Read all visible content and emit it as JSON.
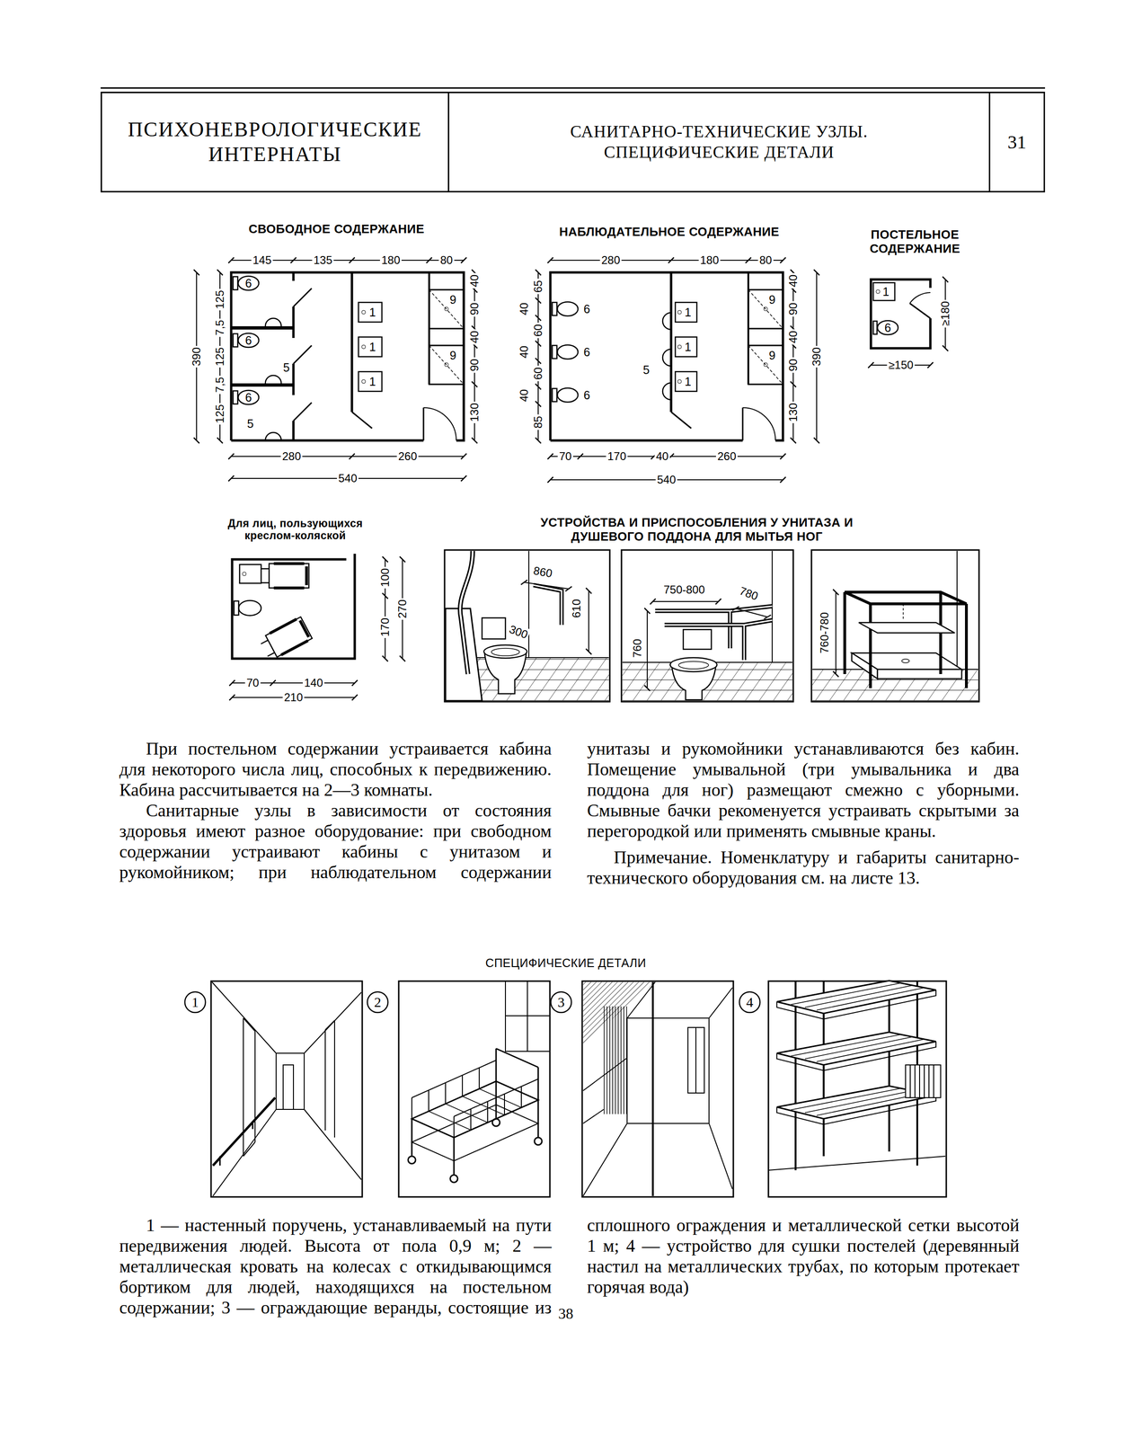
{
  "diagram": {
    "nodes": [
      {
        "text": [
          "ПСИХОНЕВРОЛОГИЧЕСКИЕ ИНТЕРНАТЫ"
        ]
      },
      {
        "text": [
          "САНИТАРНО-ТЕХНИЧЕСКИЕ УЗЛЫ. СПЕЦИФИЧЕСКИЕ ДЕТАЛИ"
        ]
      },
      {
        "text": [
          "31"
        ]
      }
    ],
    "labels": [
      "СВОБОДНОЕ СОДЕРЖАНИЕ",
      "НАБЛЮДАТЕЛЬНОЕ СОДЕРЖАНИЕ",
      "ПОСТЕЛЬНОЕ СОДЕРЖАНИЕ",
      "145",
      "135",
      "180",
      "80",
      "40",
      "90",
      "40",
      "90",
      "130",
      "390",
      "125",
      "7,5",
      "125",
      "7,5",
      "125",
      "280",
      "260",
      "540",
      "6",
      "6",
      "6",
      "5",
      "5",
      "1",
      "1",
      "1",
      "9",
      "9",
      "280",
      "180",
      "80",
      "40",
      "90",
      "40",
      "90",
      "130",
      "390",
      "65",
      "40",
      "60",
      "40",
      "60",
      "40",
      "85",
      "70",
      "170",
      "40",
      "260",
      "540",
      "6",
      "6",
      "6",
      "5",
      "1",
      "1",
      "1",
      "9",
      "9",
      "1",
      "6",
      "≥180",
      "≥150",
      "Для лиц, пользующихся креслом-коляской",
      "100",
      "270",
      "170",
      "70",
      "140",
      "210",
      "УСТРОЙСТВА И ПРИСПОСОБЛЕНИЯ У УНИТАЗА И ДУШЕВОГО ПОДДОНА ДЛЯ МЫТЬЯ НОГ",
      "860",
      "610",
      "300",
      "750-800",
      "780",
      "760",
      "760-780",
      "При постельном содержании устраивается кабина для некоторого числа лиц, способных к передвижению. Кабина рассчитывается на 2—3 комнаты.",
      "Санитарные узлы в зависимости от состояния здоровья имеют разное оборудование: при свободном содержании устраивают кабины с унитазом и рукомойником; при наблюдательном содержании унитазы и рукомойники устанавливаются без кабин. Помещение умывальной (три умывальника и два поддона для ног) размещают смежно с уборными. Смывные бачки рекоменуется устраивать скрытыми за перегородкой или применять смывные краны.",
      "Примечание. Номенклатуру и габариты санитарно-технического оборудования см. на листе 13.",
      "СПЕЦИФИЧЕСКИЕ ДЕТАЛИ",
      "1",
      "2",
      "3",
      "4",
      "1 — настенный поручень, устанавливаемый на пути передвижения людей. Высота от пола 0,9 м; 2 — металлическая кровать на колесах с откидывающимся бортиком для людей, находящихся на постельном содержании; 3 — ограждающие веранды, состоящие из сплошного ограждения и металлической сетки высотой 1 м; 4 — устройство для сушки постелей (деревянный настил на металлических трубах, по которым протекает горячая вода)",
      "38"
    ]
  }
}
